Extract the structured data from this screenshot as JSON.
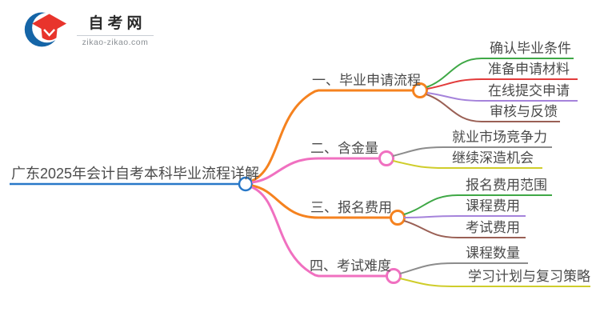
{
  "logo": {
    "site_name": "自考网",
    "site_url": "zikao-zikao.com",
    "icon_red": "#E8342C",
    "icon_blue": "#1565A7"
  },
  "mindmap": {
    "root": {
      "label": "广东2025年会计自考本科毕业流程详解",
      "color": "#2878C8"
    },
    "branches": [
      {
        "label": "一、毕业申请流程",
        "color": "#F5821F",
        "children": [
          {
            "label": "确认毕业条件",
            "color": "#3FA846"
          },
          {
            "label": "准备申请材料",
            "color": "#E23B3B"
          },
          {
            "label": "在线提交申请",
            "color": "#A583DB"
          },
          {
            "label": "审核与反馈",
            "color": "#9A6055"
          }
        ]
      },
      {
        "label": "二、含金量",
        "color": "#F070C0",
        "children": [
          {
            "label": "就业市场竞争力",
            "color": "#8C8C8C"
          },
          {
            "label": "继续深造机会",
            "color": "#CFCD2B"
          }
        ]
      },
      {
        "label": "三、报名费用",
        "color": "#F5821F",
        "children": [
          {
            "label": "报名费用范围",
            "color": "#3FA846"
          },
          {
            "label": "课程费用",
            "color": "#A583DB"
          },
          {
            "label": "考试费用",
            "color": "#9A6055"
          }
        ]
      },
      {
        "label": "四、考试难度",
        "color": "#F070C0",
        "children": [
          {
            "label": "课程数量",
            "color": "#8C8C8C"
          },
          {
            "label": "学习计划与复习策略",
            "color": "#CFCD2B"
          }
        ]
      }
    ]
  }
}
